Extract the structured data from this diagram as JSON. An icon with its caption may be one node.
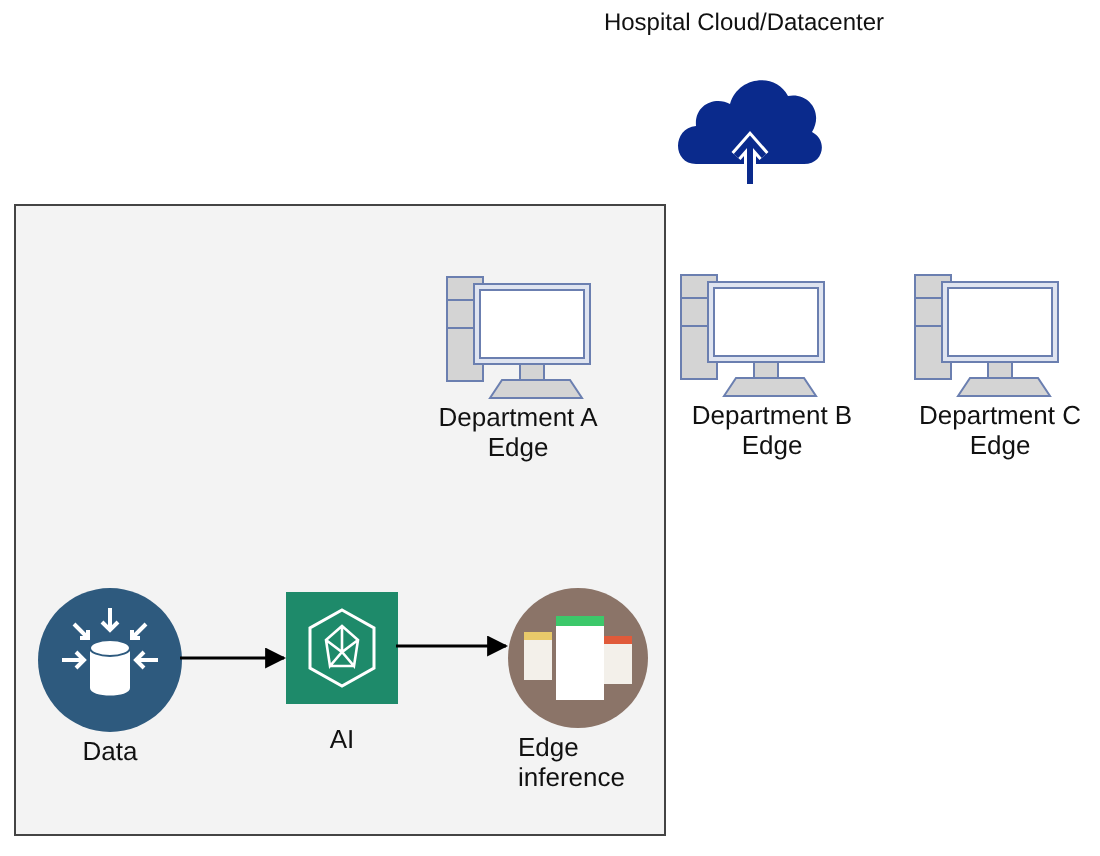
{
  "diagram": {
    "nodes": [
      {
        "text": [],
        "shape": "box"
      },
      {
        "text": [
          "Hospital Cloud/Datacenter"
        ]
      },
      {
        "text": [
          "Department A Edge"
        ],
        "in": 0
      },
      {
        "text": [
          "Department B Edge"
        ]
      },
      {
        "text": [
          "Department C Edge"
        ]
      },
      {
        "text": [
          "Data"
        ],
        "in": 0
      },
      {
        "text": [
          "AI"
        ],
        "in": 0
      },
      {
        "text": [
          "Edge inference"
        ],
        "in": 0
      }
    ],
    "edges": [
      {
        "from": 5,
        "to": 6,
        "arrow": "to"
      },
      {
        "from": 6,
        "to": 7,
        "arrow": "to"
      }
    ]
  }
}
